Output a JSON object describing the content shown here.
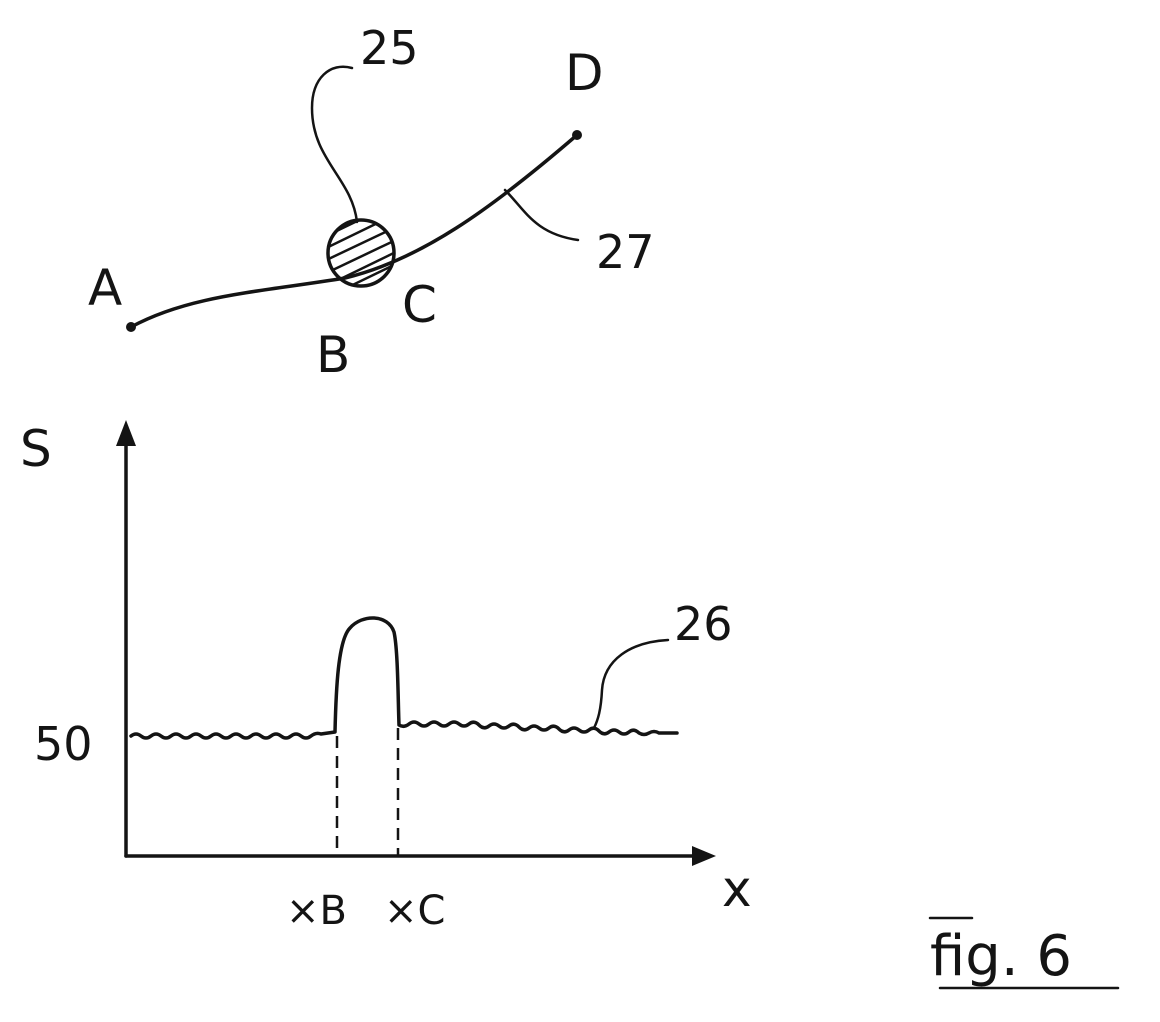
{
  "points": {
    "a": "A",
    "b": "B",
    "c": "C",
    "d": "D"
  },
  "references": {
    "sensor": "25",
    "path": "27",
    "signal": "26"
  },
  "graph": {
    "y_axis_label": "S",
    "x_axis_label": "x",
    "baseline_value": "50",
    "xb_label": "×B",
    "xc_label": "×C"
  },
  "figure_caption": "fig. 6",
  "colors": {
    "ink": "#141414",
    "background": "#ffffff"
  }
}
